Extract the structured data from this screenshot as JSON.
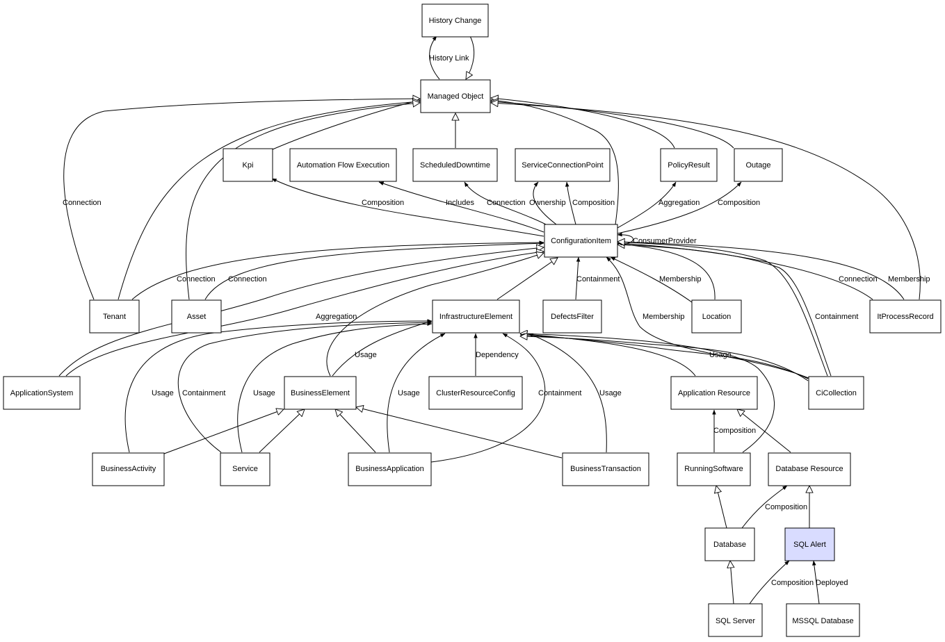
{
  "diagram": {
    "highlight_color": "#d9dcff",
    "nodes": {
      "history_change": "History Change",
      "managed_object": "Managed Object",
      "kpi": "Kpi",
      "automation_flow_execution": "Automation Flow Execution",
      "scheduled_downtime": "ScheduledDowntime",
      "service_connection_point": "ServiceConnectionPoint",
      "policy_result": "PolicyResult",
      "outage": "Outage",
      "configuration_item": "ConfigurationItem",
      "tenant": "Tenant",
      "asset": "Asset",
      "infrastructure_element": "InfrastructureElement",
      "defects_filter": "DefectsFilter",
      "location": "Location",
      "it_process_record": "ItProcessRecord",
      "application_system": "ApplicationSystem",
      "business_element": "BusinessElement",
      "cluster_resource_config": "ClusterResourceConfig",
      "application_resource": "Application Resource",
      "ci_collection": "CiCollection",
      "business_activity": "BusinessActivity",
      "service": "Service",
      "business_application": "BusinessApplication",
      "business_transaction": "BusinessTransaction",
      "running_software": "RunningSoftware",
      "database_resource": "Database Resource",
      "database": "Database",
      "sql_alert": "SQL Alert",
      "sql_server": "SQL Server",
      "mssql_database": "MSSQL Database"
    },
    "edge_labels": {
      "history_link": "History Link",
      "tenant_connection_mo": "Connection",
      "ci_kpi_composition": "Composition",
      "ci_afe_includes": "Includes",
      "ci_sd_connection": "Connection",
      "ci_scp_ownership": "Ownership",
      "ci_scp_composition": "Composition",
      "ci_policy_aggregation": "Aggregation",
      "ci_outage_composition": "Composition",
      "ci_self_consumer_provider": "ConsumerProvider",
      "tenant_ci_connection": "Connection",
      "asset_ci_connection": "Connection",
      "defects_ci_containment": "Containment",
      "location_ci_membership": "Membership",
      "cicoll_ci_membership": "Membership",
      "cicoll_ci_containment": "Containment",
      "itpr_ci_connection": "Connection",
      "itpr_mo_membership": "Membership",
      "appsys_ci_aggregation": "Aggregation",
      "be_ie_usage": "Usage",
      "crc_ie_dependency": "Dependency",
      "cicoll_ie_usage": "Usage",
      "ba_ie_usage": "Usage",
      "svc_ie_containment": "Containment",
      "svc_ie_usage": "Usage",
      "bapp_ie_usage": "Usage",
      "bapp_ie_containment": "Containment",
      "bt_ie_usage": "Usage",
      "rs_ar_composition": "Composition",
      "db_dbr_composition": "Composition",
      "sqlserver_alert_composition": "Composition",
      "mssql_alert_deployed": "Deployed"
    }
  }
}
